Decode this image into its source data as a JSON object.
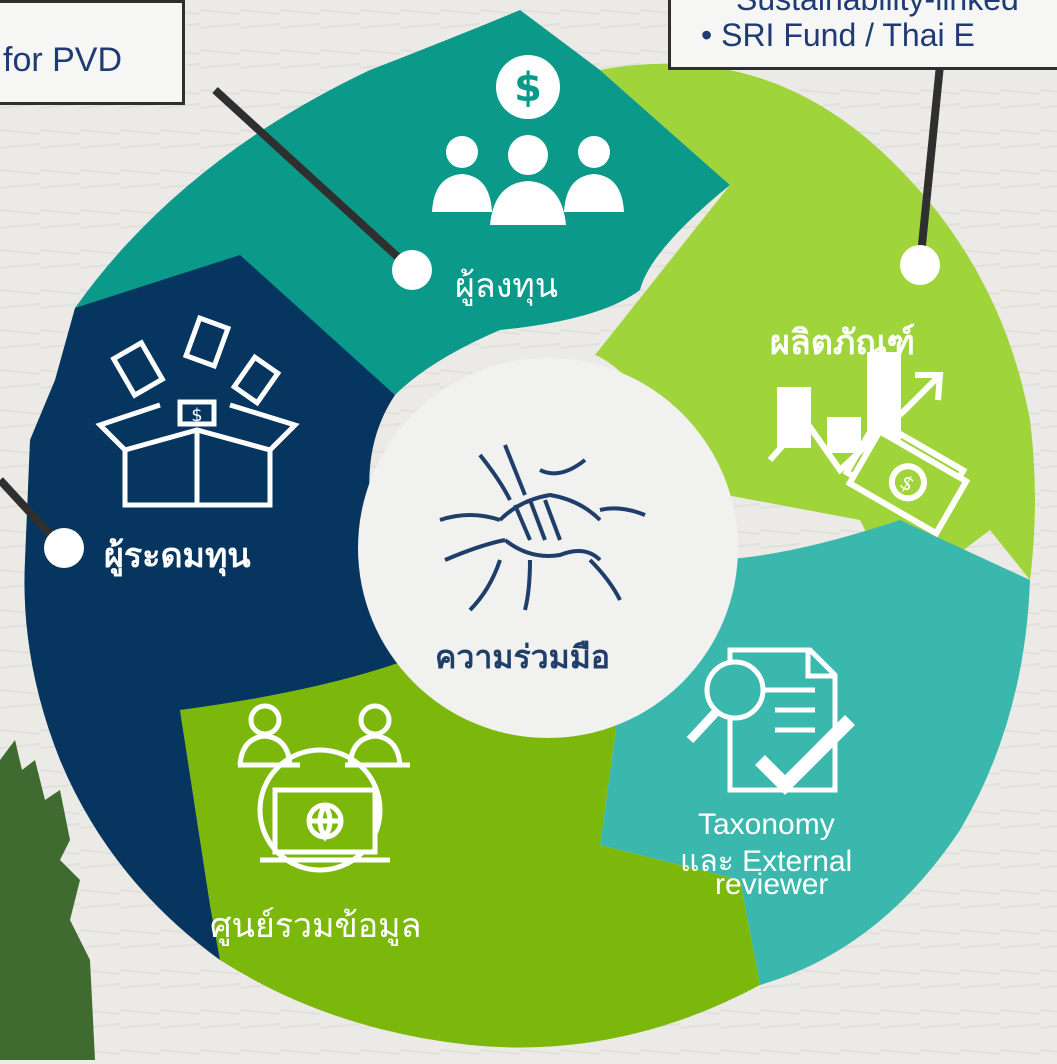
{
  "diagram": {
    "center": {
      "label": "ความร่วมมือ",
      "icon": "handshake-hands-icon"
    },
    "segments": [
      {
        "id": "investors",
        "label": "ผู้ลงทุน",
        "icon": "investors-money-icon",
        "color": "#0b9a8a"
      },
      {
        "id": "products",
        "label": "ผลิตภัณฑ์",
        "icon": "growth-chart-money-icon",
        "color": "#9fd43b"
      },
      {
        "id": "taxonomy",
        "label_lines": [
          "Taxonomy",
          "และ External",
          "reviewer"
        ],
        "icon": "document-check-icon",
        "color": "#3bb8ae"
      },
      {
        "id": "data-hub",
        "label": "ศูนย์รวมข้อมูล",
        "icon": "people-laptop-globe-icon",
        "color": "#7cb80c"
      },
      {
        "id": "fund-raisers",
        "label": "ผู้ระดมทุน",
        "icon": "money-box-icon",
        "color": "#06355f"
      }
    ]
  },
  "callouts": {
    "left": {
      "text": "for PVD"
    },
    "right": {
      "lines": [
        "Sustainability-linked",
        "• SRI Fund / Thai E"
      ]
    }
  }
}
